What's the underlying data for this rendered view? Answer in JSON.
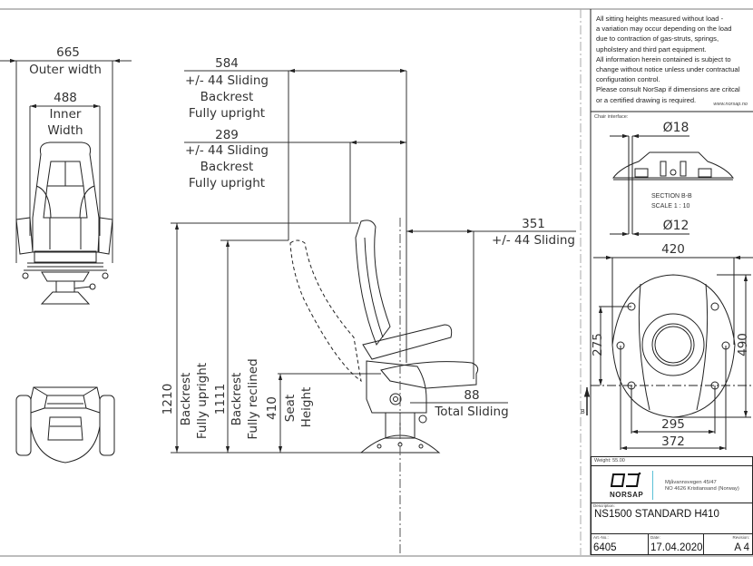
{
  "drawing": {
    "front_view": {
      "outer_width_value": "665",
      "outer_width_label": "Outer width",
      "inner_width_value": "488",
      "inner_width_label_1": "Inner",
      "inner_width_label_2": "Width"
    },
    "side_view": {
      "dim_584_value": "584",
      "dim_584_label_1": "+/- 44 Sliding",
      "dim_584_label_2": "Backrest",
      "dim_584_label_3": "Fully upright",
      "dim_289_value": "289",
      "dim_289_label_1": "+/- 44 Sliding",
      "dim_289_label_2": "Backrest",
      "dim_289_label_3": "Fully upright",
      "dim_351_value": "351",
      "dim_351_label": "+/- 44 Sliding",
      "dim_88_value": "88",
      "dim_88_label": "Total Sliding",
      "height_1210_value": "1210",
      "height_1210_label_1": "Backrest",
      "height_1210_label_2": "Fully upright",
      "height_1111_value": "1111",
      "height_1111_label_1": "Backrest",
      "height_1111_label_2": "Fully reclined",
      "height_410_value": "410",
      "height_410_label_1": "Seat",
      "height_410_label_2": "Height"
    },
    "chair_interface": {
      "title": "Chair interface:",
      "dia_top": "Ø18",
      "section_label": "SECTION B-B",
      "scale_label": "SCALE 1 : 10",
      "dia_bottom": "Ø12",
      "width_420": "420",
      "height_490": "490",
      "height_275": "275",
      "width_295": "295",
      "width_372": "372",
      "section_marker": "B"
    }
  },
  "notes": {
    "lines": [
      "All sitting heights measured without load -",
      "a variation may occur depending on the load",
      "due to contraction of gas-struts, springs,",
      "upholstery and third part equipment.",
      "All information herein contained is subject to",
      "change without notice unless under contractual",
      "configuration control.",
      "Please consult NorSap if dimensions are critcal",
      "or a certified drawing is required."
    ],
    "website": "www.norsap.no"
  },
  "title_block": {
    "weight_label": "Weight: 55.00",
    "company_name": "NORSAP",
    "address_line_1": "Mjåvannsvegen 45/47",
    "address_line_2": "NO 4626  Kristiansand (Norway)",
    "description_label": "Description:",
    "description_value": "NS1500 STANDARD  H410",
    "art_no_label": "Art.-No.:",
    "art_no_value": "6405",
    "date_label": "Date:",
    "date_value": "17.04.2020",
    "revision_label": "Revision:",
    "revision_value": "A 4",
    "brand_accent_color": "#5bc0d6"
  }
}
